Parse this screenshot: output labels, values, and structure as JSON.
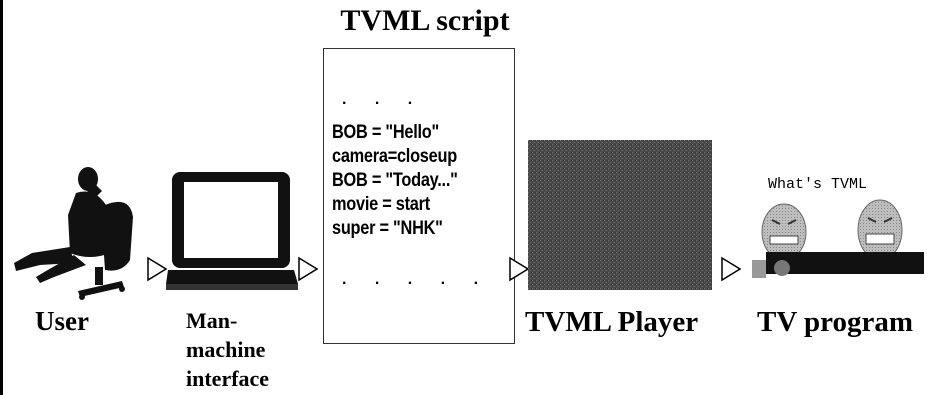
{
  "script": {
    "title": "TVML script",
    "top_ellipsis": ". . .",
    "lines": [
      "BOB = \"Hello\"",
      "camera=closeup",
      "BOB = \"Today...\"",
      "movie = start",
      "super = \"NHK\""
    ],
    "bottom_ellipsis": ". . . . ."
  },
  "labels": {
    "user": "User",
    "mmi_line1": "Man-",
    "mmi_line2": "machine",
    "mmi_line3": "interface",
    "player": "TVML Player",
    "tv_program": "TV program"
  },
  "tv_screen": {
    "caption": "What's TVML"
  }
}
